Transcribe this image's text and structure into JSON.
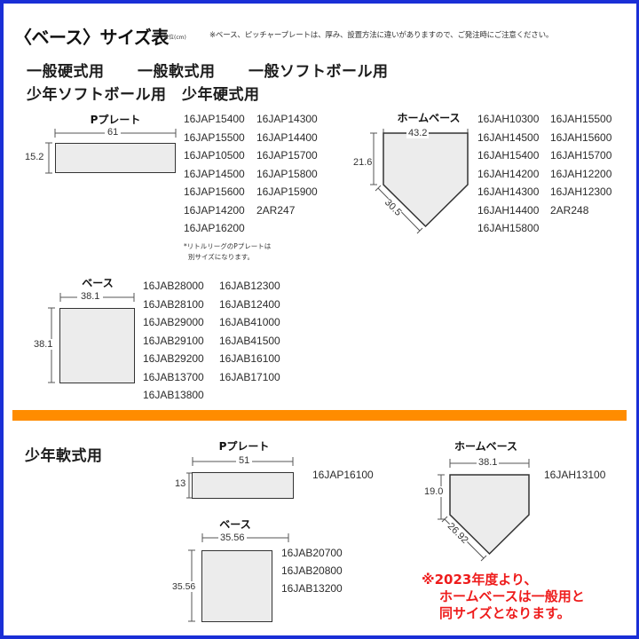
{
  "header": {
    "title": "〈ベース〉サイズ表",
    "unit": "単位(cm)",
    "notice": "※ベース、ピッチャープレートは、厚み、設置方法に違いがありますので、ご発注時にご注意ください。"
  },
  "general_section": {
    "categories_line1": [
      "一般硬式用",
      "一般軟式用",
      "一般ソフトボール用"
    ],
    "categories_line2": [
      "少年ソフトボール用",
      "少年硬式用"
    ],
    "p_plate": {
      "label": "Pプレート",
      "width": "61",
      "height": "15.2",
      "codes": [
        [
          "16JAP15400",
          "16JAP14300"
        ],
        [
          "16JAP15500",
          "16JAP14400"
        ],
        [
          "16JAP10500",
          "16JAP15700"
        ],
        [
          "16JAP14500",
          "16JAP15800"
        ],
        [
          "16JAP15600",
          "16JAP15900"
        ],
        [
          "16JAP14200",
          "2AR247"
        ],
        [
          "16JAP16200",
          ""
        ]
      ],
      "note_line1": "*リトルリーグのPプレートは",
      "note_line2": "別サイズになります。"
    },
    "home_base": {
      "label": "ホームベース",
      "width": "43.2",
      "side": "21.6",
      "diagonal": "30.5",
      "codes": [
        [
          "16JAH10300",
          "16JAH15500"
        ],
        [
          "16JAH14500",
          "16JAH15600"
        ],
        [
          "16JAH15400",
          "16JAH15700"
        ],
        [
          "16JAH14200",
          "16JAH12200"
        ],
        [
          "16JAH14300",
          "16JAH12300"
        ],
        [
          "16JAH14400",
          "2AR248"
        ],
        [
          "16JAH15800",
          ""
        ]
      ]
    },
    "base": {
      "label": "ベース",
      "width": "38.1",
      "height": "38.1",
      "codes": [
        [
          "16JAB28000",
          "16JAB12300"
        ],
        [
          "16JAB28100",
          "16JAB12400"
        ],
        [
          "16JAB29000",
          "16JAB41000"
        ],
        [
          "16JAB29100",
          "16JAB41500"
        ],
        [
          "16JAB29200",
          "16JAB16100"
        ],
        [
          "16JAB13700",
          "16JAB17100"
        ],
        [
          "16JAB13800",
          ""
        ]
      ]
    }
  },
  "youth_soft_section": {
    "category": "少年軟式用",
    "p_plate": {
      "label": "Pプレート",
      "width": "51",
      "height": "13",
      "codes": [
        "16JAP16100"
      ]
    },
    "home_base": {
      "label": "ホームベース",
      "width": "38.1",
      "side": "19.0",
      "diagonal": "26.92",
      "codes": [
        "16JAH13100"
      ]
    },
    "base": {
      "label": "ベース",
      "width": "35.56",
      "height": "35.56",
      "codes": [
        "16JAB20700",
        "16JAB20800",
        "16JAB13200"
      ]
    },
    "red_note": [
      "※2023年度より、",
      "ホームベースは一般用と",
      "同サイズとなります。"
    ]
  },
  "colors": {
    "frame": "#1a2fd6",
    "divider": "#ff8c00",
    "note": "#ee1c1c",
    "shape_fill": "#ececec"
  }
}
